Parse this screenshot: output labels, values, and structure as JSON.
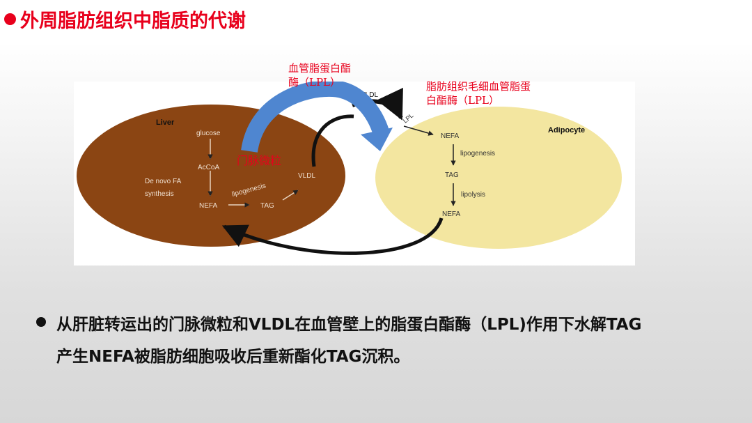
{
  "title": "外周脂肪组织中脂质的代谢",
  "diagram": {
    "liver": {
      "label": "Liver",
      "glucose": "glucose",
      "accoa": "AcCoA",
      "denovo_1": "De novo FA",
      "denovo_2": "synthesis",
      "nefa": "NEFA",
      "tag": "TAG",
      "lipogenesis": "lipogenesis",
      "vldl": "VLDL"
    },
    "vldl_top": "VLDL",
    "lpl": "LPL",
    "adipocyte": {
      "label": "Adipocyte",
      "nefa_top": "NEFA",
      "lipogenesis": "lipogenesis",
      "tag": "TAG",
      "lipolysis": "lipolysis",
      "nefa_bottom": "NEFA"
    }
  },
  "annotations": {
    "blood_lpl_line1": "血管脂蛋白酯",
    "blood_lpl_line2": "酶（LPL）",
    "adipose_lpl_line1": "脂肪组织毛细血管脂蛋",
    "adipose_lpl_line2": "白酯酶（LPL）",
    "chylomicron": "门脉微粒"
  },
  "bullet": {
    "line1": "从肝脏转运出的门脉微粒和VLDL在血管壁上的脂蛋白酯酶（LPL)作用下水解TAG",
    "line2": "产生NEFA被脂肪细胞吸收后重新酯化TAG沉积。"
  },
  "colors": {
    "title_red": "#e8001c",
    "liver_brown": "#8b4513",
    "adipocyte_yellow": "#f3e6a0",
    "arrow_blue": "#4f86d0"
  }
}
